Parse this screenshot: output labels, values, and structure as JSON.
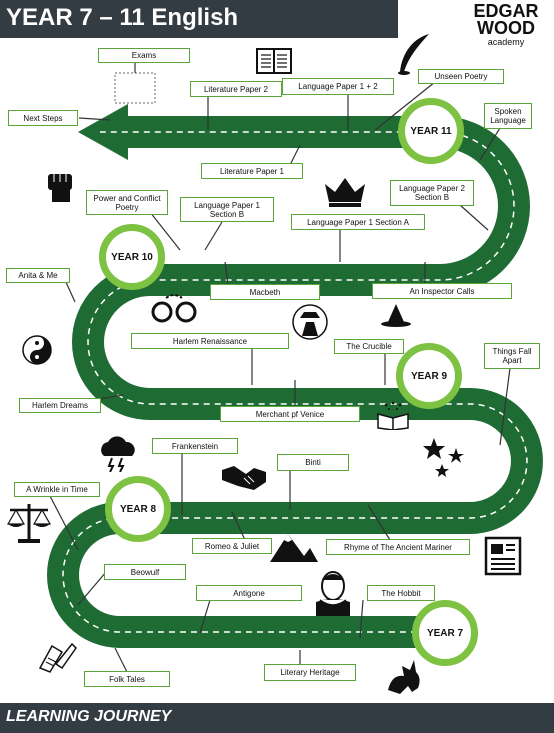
{
  "header": {
    "title": "YEAR 7 – 11 English"
  },
  "logo": {
    "line1": "EDGAR",
    "line2": "WOOD",
    "line3": "academy"
  },
  "footer": {
    "title": "LEARNING JOURNEY"
  },
  "milestones": {
    "year7": "YEAR 7",
    "year8": "YEAR 8",
    "year9": "YEAR 9",
    "year10": "YEAR 10",
    "year11": "YEAR 11"
  },
  "labels": {
    "exams": "Exams",
    "literature_paper_2": "Literature Paper 2",
    "language_paper_1_2": "Language Paper 1 + 2",
    "unseen_poetry": "Unseen Poetry",
    "next_steps": "Next Steps",
    "spoken_language": "Spoken Language",
    "literature_paper_1": "Literature Paper 1",
    "power_conflict": "Power and Conflict Poetry",
    "language_paper_1_section_b": "Language Paper 1 Section B",
    "language_paper_2_section_b": "Language Paper 2 Section B",
    "language_paper_1_section_a": "Language Paper 1 Section A",
    "anita_me": "Anita & Me",
    "macbeth": "Macbeth",
    "inspector_calls": "An Inspector Calls",
    "harlem_renaissance": "Harlem Renaissance",
    "the_crucible": "The Crucible",
    "things_fall_apart": "Things Fall Apart",
    "harlem_dreams": "Harlem Dreams",
    "merchant_venice": "Merchant pf Venice",
    "frankenstein": "Frankenstein",
    "binti": "Binti",
    "wrinkle_in_time": "A Wrinkle in Time",
    "romeo_juliet": "Romeo & Juliet",
    "rhyme_mariner": "Rhyme of The Ancient Mariner",
    "beowulf": "Beowulf",
    "antigone": "Antigone",
    "the_hobbit": "The Hobbit",
    "folk_tales": "Folk Tales",
    "literary_heritage": "Literary Heritage"
  },
  "colors": {
    "road": "#1e6b34",
    "ring": "#7dc242",
    "banner": "#333b43",
    "label_border": "#5aa63a"
  },
  "icons": [
    "book-icon",
    "quill-icon",
    "fist-icon",
    "crown-icon",
    "handcuffs-icon",
    "detective-icon",
    "witch-hat-icon",
    "yin-yang-icon",
    "magic-book-icon",
    "storm-cloud-icon",
    "stars-icon",
    "handshake-icon",
    "scales-icon",
    "mountain-icon",
    "newspaper-icon",
    "shakespeare-icon",
    "hands-writing-icon",
    "dragon-icon"
  ]
}
